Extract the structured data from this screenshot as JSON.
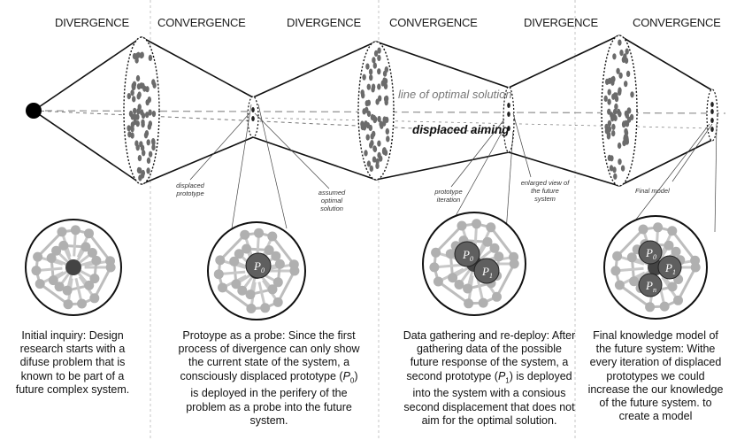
{
  "phases": [
    "DIVERGENCE",
    "CONVERGENCE",
    "DIVERGENCE",
    "CONVERGENCE",
    "DIVERGENCE",
    "CONVERGENCE"
  ],
  "labels": {
    "optimal_line": "line of optimal solution",
    "displaced_aiming": "displaced aiming",
    "displaced_prototype": "displaced prototype",
    "assumed_optimal": "assumed optimal solution",
    "prototype_iteration": "prototype iteration",
    "enlarged_view": "enlarged view of the future system",
    "final_model": "Final model"
  },
  "node_labels": {
    "p0": "P",
    "p0_sub": "0",
    "p1": "P",
    "p1_sub": "1",
    "pn": "P",
    "pn_sub": "n"
  },
  "captions": [
    "Initial inquiry: Design research starts with a difuse problem that is known to be part of a future complex system.",
    "Protoype as a probe: Since the first process of divergence can only show the current state of the system, a consciously displaced prototype (P0) is deployed in the perifery of the problem as a probe into the future system.",
    "Data gathering and re-deploy: After gathering data of the possible future response of the system, a second prototype (P1) is deployed into the system with a consious second displacement that does not aim for the optimal solution.",
    "Final knowledge model of the future system: Withe every iteration of displaced prototypes we could increase the our knowledge of the future system. to create a model"
  ],
  "colors": {
    "line": "#111111",
    "ellipse_fill": "#6e6e6e",
    "node_gray": "#b4b4b4",
    "proto_dark": "#5a5a5a",
    "divider": "#bbbbbb"
  }
}
